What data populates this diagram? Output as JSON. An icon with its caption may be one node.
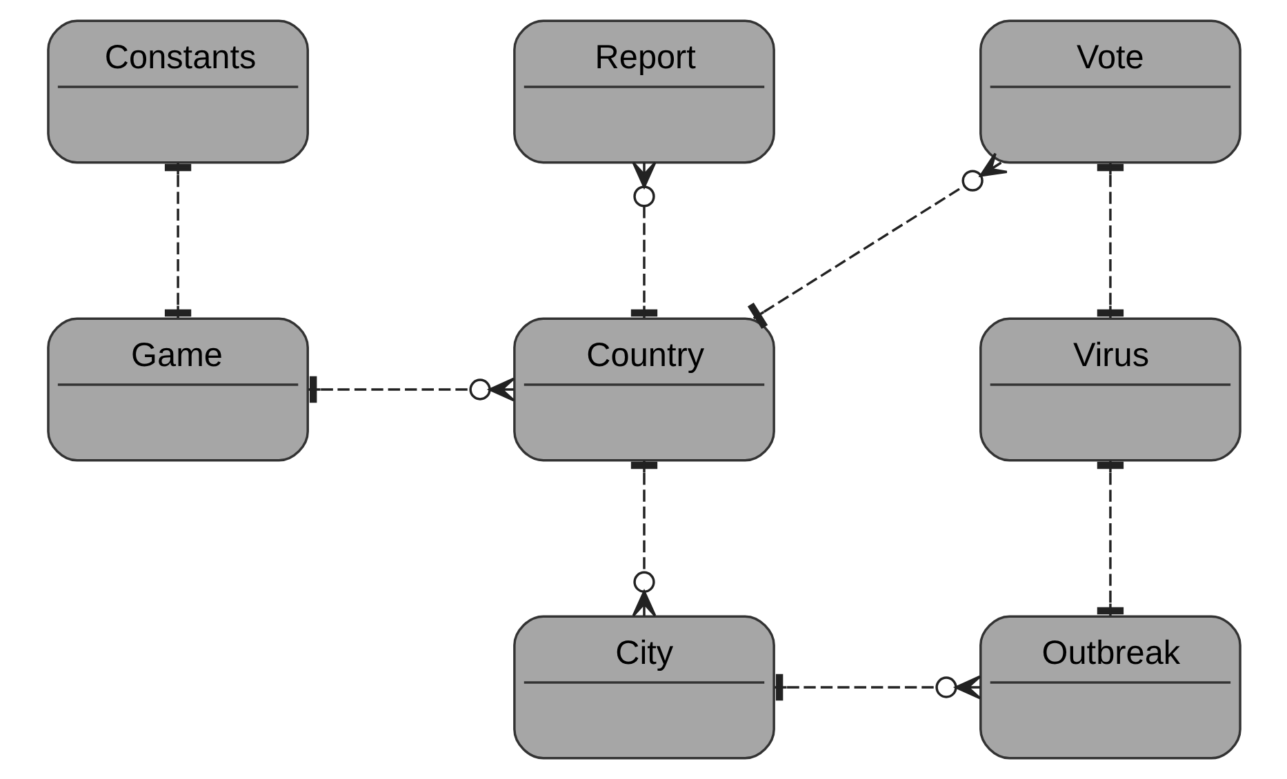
{
  "diagram": {
    "nodes": [
      {
        "text": [
          "Constants"
        ]
      },
      {
        "text": [
          "Report"
        ]
      },
      {
        "text": [
          "Vote"
        ]
      },
      {
        "text": [
          "Game"
        ]
      },
      {
        "text": [
          "Country"
        ]
      },
      {
        "text": [
          "Virus"
        ]
      },
      {
        "text": [
          "City"
        ]
      },
      {
        "text": [
          "Outbreak"
        ]
      }
    ],
    "edges": [
      {
        "from": 0,
        "to": 3,
        "arrow": "other",
        "style": "dashed"
      },
      {
        "from": 1,
        "to": 4,
        "arrow": "other",
        "style": "dashed"
      },
      {
        "from": 3,
        "to": 4,
        "arrow": "other",
        "style": "dashed"
      },
      {
        "from": 4,
        "to": 2,
        "arrow": "other",
        "style": "dashed"
      },
      {
        "from": 2,
        "to": 5,
        "arrow": "other",
        "style": "dashed"
      },
      {
        "from": 4,
        "to": 6,
        "arrow": "other",
        "style": "dashed"
      },
      {
        "from": 5,
        "to": 7,
        "arrow": "other",
        "style": "dashed"
      },
      {
        "from": 6,
        "to": 7,
        "arrow": "other",
        "style": "dashed"
      }
    ]
  }
}
